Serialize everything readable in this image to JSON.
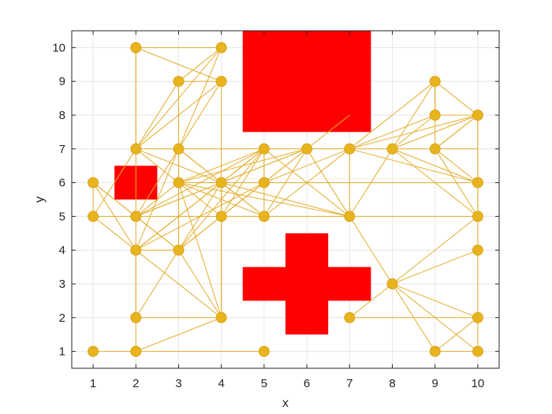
{
  "chart_data": {
    "type": "scatter",
    "title": "",
    "xlabel": "x",
    "ylabel": "y",
    "xlim": [
      0.5,
      10.5
    ],
    "ylim": [
      0.5,
      10.5
    ],
    "xticks": [
      1,
      2,
      3,
      4,
      5,
      6,
      7,
      8,
      9,
      10
    ],
    "yticks": [
      1,
      2,
      3,
      4,
      5,
      6,
      7,
      8,
      9,
      10
    ],
    "grid": true,
    "colors": {
      "obstacle": "#ff0000",
      "node": "#e8b41e",
      "node_edge": "#d9a219",
      "edge": "#e3ad2c",
      "grid": "#e6e6e6",
      "axes": "#262626"
    },
    "obstacles": [
      {
        "name": "top-block",
        "x": [
          4.5,
          7.5
        ],
        "y": [
          7.5,
          10.5
        ]
      },
      {
        "name": "small-square",
        "x": [
          1.5,
          2.5
        ],
        "y": [
          5.5,
          6.5
        ]
      },
      {
        "name": "cross-horizontal",
        "x": [
          4.5,
          7.5
        ],
        "y": [
          2.5,
          3.5
        ]
      },
      {
        "name": "cross-vertical",
        "x": [
          5.5,
          6.5
        ],
        "y": [
          1.5,
          4.5
        ]
      }
    ],
    "nodes": [
      [
        1,
        1
      ],
      [
        2,
        1
      ],
      [
        5,
        1
      ],
      [
        9,
        1
      ],
      [
        10,
        1
      ],
      [
        2,
        2
      ],
      [
        4,
        2
      ],
      [
        7,
        2
      ],
      [
        10,
        2
      ],
      [
        8,
        3
      ],
      [
        2,
        4
      ],
      [
        3,
        4
      ],
      [
        10,
        4
      ],
      [
        1,
        5
      ],
      [
        2,
        5
      ],
      [
        4,
        5
      ],
      [
        5,
        5
      ],
      [
        7,
        5
      ],
      [
        10,
        5
      ],
      [
        1,
        6
      ],
      [
        3,
        6
      ],
      [
        4,
        6
      ],
      [
        5,
        6
      ],
      [
        10,
        6
      ],
      [
        2,
        7
      ],
      [
        3,
        7
      ],
      [
        5,
        7
      ],
      [
        6,
        7
      ],
      [
        7,
        7
      ],
      [
        8,
        7
      ],
      [
        9,
        7
      ],
      [
        9,
        8
      ],
      [
        10,
        8
      ],
      [
        3,
        9
      ],
      [
        4,
        9
      ],
      [
        9,
        9
      ],
      [
        2,
        10
      ],
      [
        4,
        10
      ]
    ],
    "edges": [
      [
        [
          1,
          1
        ],
        [
          2,
          1
        ]
      ],
      [
        [
          2,
          1
        ],
        [
          5,
          1
        ]
      ],
      [
        [
          2,
          1
        ],
        [
          4,
          2
        ]
      ],
      [
        [
          2,
          1
        ],
        [
          2,
          2
        ]
      ],
      [
        [
          2,
          2
        ],
        [
          4,
          2
        ]
      ],
      [
        [
          2,
          2
        ],
        [
          2,
          4
        ]
      ],
      [
        [
          2,
          2
        ],
        [
          3,
          4
        ]
      ],
      [
        [
          4,
          2
        ],
        [
          2,
          4
        ]
      ],
      [
        [
          4,
          2
        ],
        [
          3,
          4
        ]
      ],
      [
        [
          4,
          2
        ],
        [
          4,
          5
        ]
      ],
      [
        [
          4,
          2
        ],
        [
          3,
          6
        ]
      ],
      [
        [
          7,
          2
        ],
        [
          10,
          2
        ]
      ],
      [
        [
          7,
          2
        ],
        [
          8,
          3
        ]
      ],
      [
        [
          9,
          1
        ],
        [
          10,
          1
        ]
      ],
      [
        [
          9,
          1
        ],
        [
          8,
          3
        ]
      ],
      [
        [
          9,
          1
        ],
        [
          10,
          2
        ]
      ],
      [
        [
          10,
          1
        ],
        [
          8,
          3
        ]
      ],
      [
        [
          10,
          1
        ],
        [
          10,
          5
        ]
      ],
      [
        [
          10,
          2
        ],
        [
          8,
          3
        ]
      ],
      [
        [
          8,
          3
        ],
        [
          10,
          4
        ]
      ],
      [
        [
          8,
          3
        ],
        [
          10,
          5
        ]
      ],
      [
        [
          8,
          3
        ],
        [
          7,
          5
        ]
      ],
      [
        [
          1,
          5
        ],
        [
          10,
          5
        ]
      ],
      [
        [
          1,
          5
        ],
        [
          1,
          6
        ]
      ],
      [
        [
          1,
          5
        ],
        [
          2,
          4
        ]
      ],
      [
        [
          1,
          5
        ],
        [
          2,
          7
        ]
      ],
      [
        [
          1,
          6
        ],
        [
          2,
          4
        ]
      ],
      [
        [
          1,
          6
        ],
        [
          2,
          5
        ]
      ],
      [
        [
          1,
          6
        ],
        [
          3,
          4
        ]
      ],
      [
        [
          2,
          4
        ],
        [
          3,
          4
        ]
      ],
      [
        [
          2,
          4
        ],
        [
          3,
          7
        ]
      ],
      [
        [
          2,
          4
        ],
        [
          4,
          6
        ]
      ],
      [
        [
          2,
          4
        ],
        [
          5,
          7
        ]
      ],
      [
        [
          2,
          4
        ],
        [
          5,
          6
        ]
      ],
      [
        [
          3,
          4
        ],
        [
          4,
          5
        ]
      ],
      [
        [
          3,
          4
        ],
        [
          4,
          6
        ]
      ],
      [
        [
          3,
          4
        ],
        [
          5,
          7
        ]
      ],
      [
        [
          3,
          4
        ],
        [
          5,
          6
        ]
      ],
      [
        [
          3,
          4
        ],
        [
          3,
          7
        ]
      ],
      [
        [
          3,
          4
        ],
        [
          2,
          5
        ]
      ],
      [
        [
          2,
          5
        ],
        [
          3,
          6
        ]
      ],
      [
        [
          2,
          5
        ],
        [
          4,
          6
        ]
      ],
      [
        [
          2,
          5
        ],
        [
          5,
          7
        ]
      ],
      [
        [
          2,
          5
        ],
        [
          3,
          7
        ]
      ],
      [
        [
          2,
          5
        ],
        [
          6,
          7
        ]
      ],
      [
        [
          4,
          5
        ],
        [
          5,
          7
        ]
      ],
      [
        [
          4,
          5
        ],
        [
          6,
          7
        ]
      ],
      [
        [
          4,
          5
        ],
        [
          3,
          6
        ]
      ],
      [
        [
          4,
          5
        ],
        [
          5,
          6
        ]
      ],
      [
        [
          4,
          5
        ],
        [
          4,
          6
        ]
      ],
      [
        [
          5,
          5
        ],
        [
          5,
          7
        ]
      ],
      [
        [
          5,
          5
        ],
        [
          6,
          7
        ]
      ],
      [
        [
          5,
          5
        ],
        [
          7,
          7
        ]
      ],
      [
        [
          5,
          5
        ],
        [
          3,
          6
        ]
      ],
      [
        [
          5,
          5
        ],
        [
          3,
          7
        ]
      ],
      [
        [
          5,
          5
        ],
        [
          4,
          6
        ]
      ],
      [
        [
          7,
          5
        ],
        [
          7,
          7
        ]
      ],
      [
        [
          7,
          5
        ],
        [
          6,
          7
        ]
      ],
      [
        [
          7,
          5
        ],
        [
          5,
          7
        ]
      ],
      [
        [
          7,
          5
        ],
        [
          4,
          6
        ]
      ],
      [
        [
          7,
          5
        ],
        [
          3,
          6
        ]
      ],
      [
        [
          7,
          5
        ],
        [
          8,
          7
        ]
      ],
      [
        [
          3,
          6
        ],
        [
          10,
          6
        ]
      ],
      [
        [
          3,
          6
        ],
        [
          5,
          7
        ]
      ],
      [
        [
          3,
          6
        ],
        [
          6,
          7
        ]
      ],
      [
        [
          3,
          6
        ],
        [
          2,
          7
        ]
      ],
      [
        [
          3,
          6
        ],
        [
          3,
          7
        ]
      ],
      [
        [
          4,
          6
        ],
        [
          3,
          7
        ]
      ],
      [
        [
          4,
          6
        ],
        [
          6,
          7
        ]
      ],
      [
        [
          4,
          6
        ],
        [
          2,
          7
        ]
      ],
      [
        [
          4,
          6
        ],
        [
          5,
          7
        ]
      ],
      [
        [
          5,
          6
        ],
        [
          6,
          7
        ]
      ],
      [
        [
          5,
          6
        ],
        [
          5,
          7
        ]
      ],
      [
        [
          5,
          6
        ],
        [
          7,
          7
        ]
      ],
      [
        [
          2,
          7
        ],
        [
          10,
          7
        ]
      ],
      [
        [
          2,
          7
        ],
        [
          3,
          9
        ]
      ],
      [
        [
          2,
          7
        ],
        [
          4,
          9
        ]
      ],
      [
        [
          2,
          7
        ],
        [
          4,
          10
        ]
      ],
      [
        [
          3,
          7
        ],
        [
          3,
          9
        ]
      ],
      [
        [
          3,
          7
        ],
        [
          4,
          9
        ]
      ],
      [
        [
          3,
          7
        ],
        [
          4,
          10
        ]
      ],
      [
        [
          2,
          10
        ],
        [
          4,
          10
        ]
      ],
      [
        [
          2,
          10
        ],
        [
          4,
          9
        ]
      ],
      [
        [
          2,
          10
        ],
        [
          2,
          7
        ]
      ],
      [
        [
          3,
          9
        ],
        [
          4,
          9
        ]
      ],
      [
        [
          3,
          9
        ],
        [
          4,
          10
        ]
      ],
      [
        [
          4,
          9
        ],
        [
          4,
          6
        ]
      ],
      [
        [
          2,
          10
        ],
        [
          2,
          2
        ]
      ],
      [
        [
          8,
          7
        ],
        [
          9,
          9
        ]
      ],
      [
        [
          8,
          7
        ],
        [
          9,
          8
        ]
      ],
      [
        [
          8,
          7
        ],
        [
          10,
          8
        ]
      ],
      [
        [
          8,
          7
        ],
        [
          10,
          6
        ]
      ],
      [
        [
          8,
          7
        ],
        [
          10,
          5
        ]
      ],
      [
        [
          9,
          7
        ],
        [
          9,
          9
        ]
      ],
      [
        [
          9,
          7
        ],
        [
          10,
          8
        ]
      ],
      [
        [
          9,
          7
        ],
        [
          10,
          6
        ]
      ],
      [
        [
          9,
          7
        ],
        [
          10,
          5
        ]
      ],
      [
        [
          9,
          8
        ],
        [
          9,
          9
        ]
      ],
      [
        [
          9,
          8
        ],
        [
          10,
          8
        ]
      ],
      [
        [
          9,
          8
        ],
        [
          7,
          7
        ]
      ],
      [
        [
          9,
          9
        ],
        [
          10,
          8
        ]
      ],
      [
        [
          9,
          9
        ],
        [
          7,
          7
        ]
      ],
      [
        [
          10,
          8
        ],
        [
          10,
          6
        ]
      ],
      [
        [
          10,
          8
        ],
        [
          10,
          5
        ]
      ],
      [
        [
          10,
          8
        ],
        [
          7,
          7
        ]
      ],
      [
        [
          10,
          8
        ],
        [
          9,
          7
        ]
      ],
      [
        [
          7,
          7
        ],
        [
          10,
          6
        ]
      ],
      [
        [
          6,
          7
        ],
        [
          7,
          8
        ]
      ],
      [
        [
          10,
          6
        ],
        [
          10,
          5
        ]
      ],
      [
        [
          4,
          2
        ],
        [
          4,
          6
        ]
      ]
    ]
  }
}
